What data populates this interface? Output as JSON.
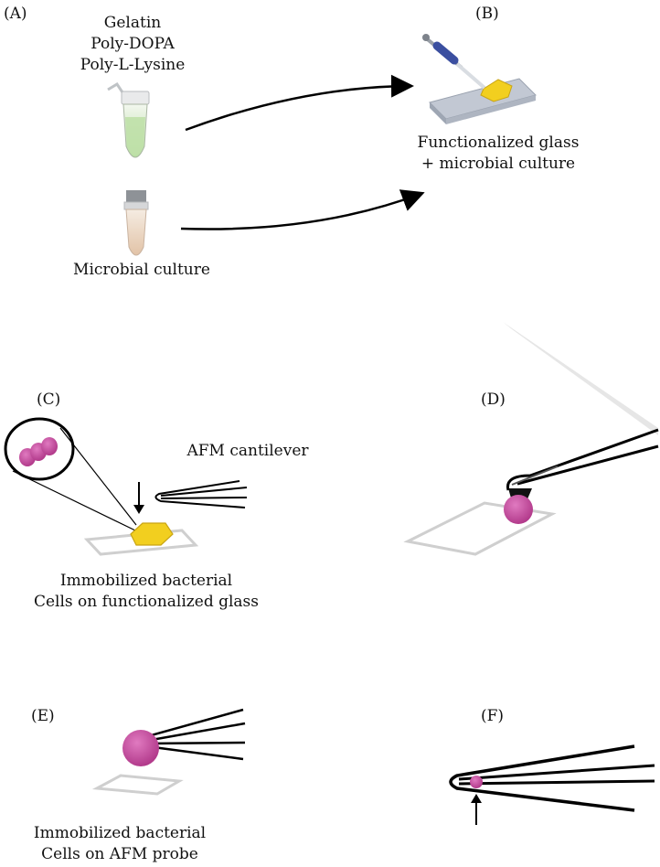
{
  "panels": {
    "a": "(A)",
    "b": "(B)",
    "c": "(C)",
    "d": "(D)",
    "e": "(E)",
    "f": "(F)"
  },
  "a": {
    "reagents": [
      "Gelatin",
      "Poly-DOPA",
      "Poly-L-Lysine"
    ],
    "culture_label": "Microbial culture"
  },
  "b": {
    "caption": [
      "Functionalized glass",
      "+ microbial culture"
    ]
  },
  "c": {
    "cantilever_label": "AFM cantilever",
    "caption": [
      "Immobilized bacterial",
      "Cells on functionalized glass"
    ]
  },
  "e": {
    "caption": [
      "Immobilized bacterial",
      "Cells on AFM probe"
    ]
  },
  "colors": {
    "cell_magenta": "#c2479a",
    "patch_yellow": "#f2cf1f",
    "tube_green": "#bfe0a8",
    "tube_tan": "#e6cbb1",
    "pipette_blue": "#3b4fa0",
    "glass_gray": "#c9ced6"
  }
}
